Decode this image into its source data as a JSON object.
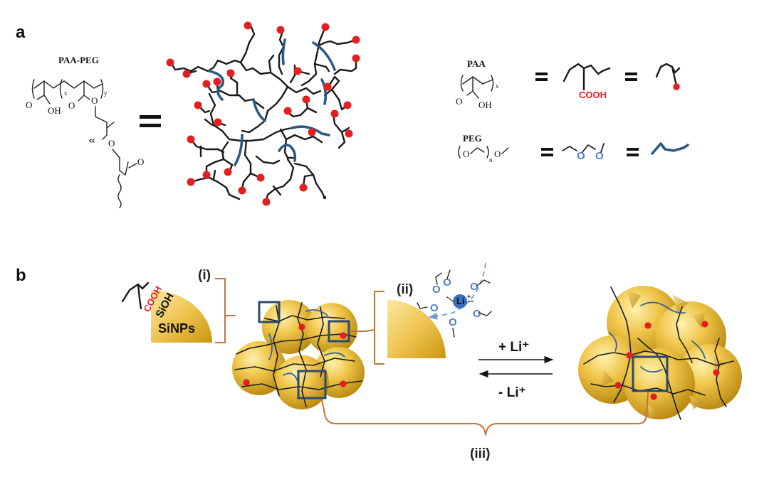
{
  "panels": {
    "a": "a",
    "b": "b"
  },
  "labels": {
    "paa_peg": "PAA-PEG",
    "x": "x",
    "y": "y",
    "oh": "OH",
    "o": "O",
    "n": "n",
    "paa": "PAA",
    "peg": "PEG",
    "cooh": "COOH",
    "sioh": "SiOH",
    "sinps": "SiNPs",
    "li": "Li",
    "li_plus": "+ Li⁺",
    "li_minus": "- Li⁺",
    "i": "(i)",
    "ii": "(ii)",
    "iii": "(iii)"
  },
  "colors": {
    "functional_group": "#e41f1f",
    "peg_chain": "#2c5a85",
    "ether_oxygen": "#4a7fd0",
    "bracket": "#c2763c",
    "nanoparticle": "#e8b832"
  }
}
